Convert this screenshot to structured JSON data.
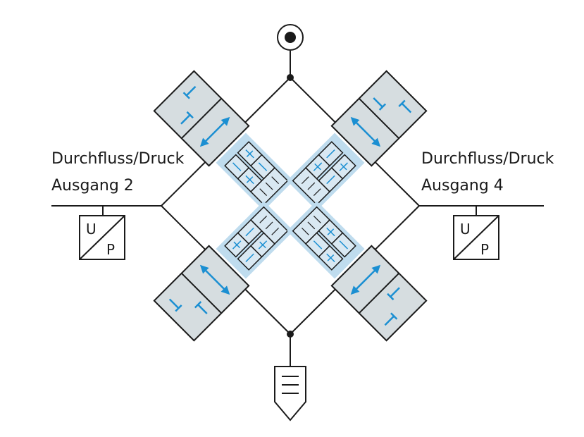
{
  "labels": {
    "left_line1": "Durchfluss/Druck",
    "left_line2": "Ausgang 2",
    "right_line1": "Durchfluss/Druck",
    "right_line2": "Ausgang 4"
  },
  "transducers": {
    "left": {
      "top_letter": "U",
      "bottom_letter": "P"
    },
    "right": {
      "top_letter": "U",
      "bottom_letter": "P"
    }
  },
  "colors": {
    "line": "#1a1a1a",
    "valve_fill": "#d6dde0",
    "pilot_highlight": "#bfdcee",
    "flow_arrow": "#1b8fd2"
  }
}
